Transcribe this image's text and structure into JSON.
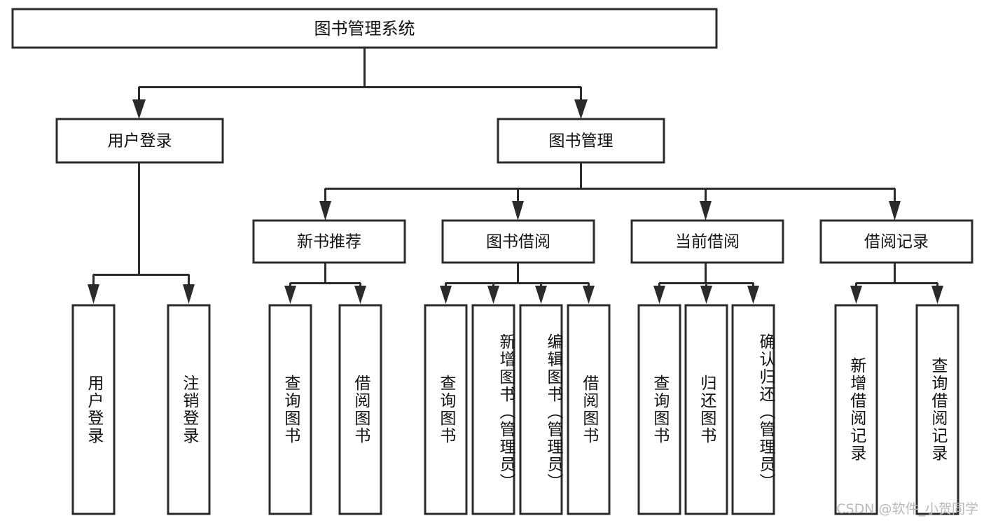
{
  "diagram": {
    "type": "tree",
    "title": "图书管理系统",
    "orientation": "top-down",
    "colors": {
      "box_stroke": "#2b2b2b",
      "box_fill": "#ffffff",
      "connector": "#2b2b2b",
      "text": "#111111",
      "background": "#ffffff",
      "watermark": "#b9b9b9"
    },
    "root": {
      "label": "图书管理系统"
    },
    "level2": [
      {
        "label": "用户登录"
      },
      {
        "label": "图书管理"
      }
    ],
    "level3": [
      {
        "label": "新书推荐"
      },
      {
        "label": "图书借阅"
      },
      {
        "label": "当前借阅"
      },
      {
        "label": "借阅记录"
      }
    ],
    "leaves": {
      "user_login": [
        {
          "label": "用户登录"
        },
        {
          "label": "注销登录"
        }
      ],
      "new_book_recommend": [
        {
          "label": "查询图书"
        },
        {
          "label": "借阅图书"
        }
      ],
      "book_borrow": [
        {
          "label": "查询图书"
        },
        {
          "label": "新增图书（管理员）"
        },
        {
          "label": "编辑图书（管理员）"
        },
        {
          "label": "借阅图书"
        }
      ],
      "current_borrow": [
        {
          "label": "查询图书"
        },
        {
          "label": "归还图书"
        },
        {
          "label": "确认归还（管理员）"
        }
      ],
      "borrow_record": [
        {
          "label": "新增借阅记录"
        },
        {
          "label": "查询借阅记录"
        }
      ]
    }
  },
  "watermark": {
    "text": "CSDN @软件_小贺同学"
  }
}
